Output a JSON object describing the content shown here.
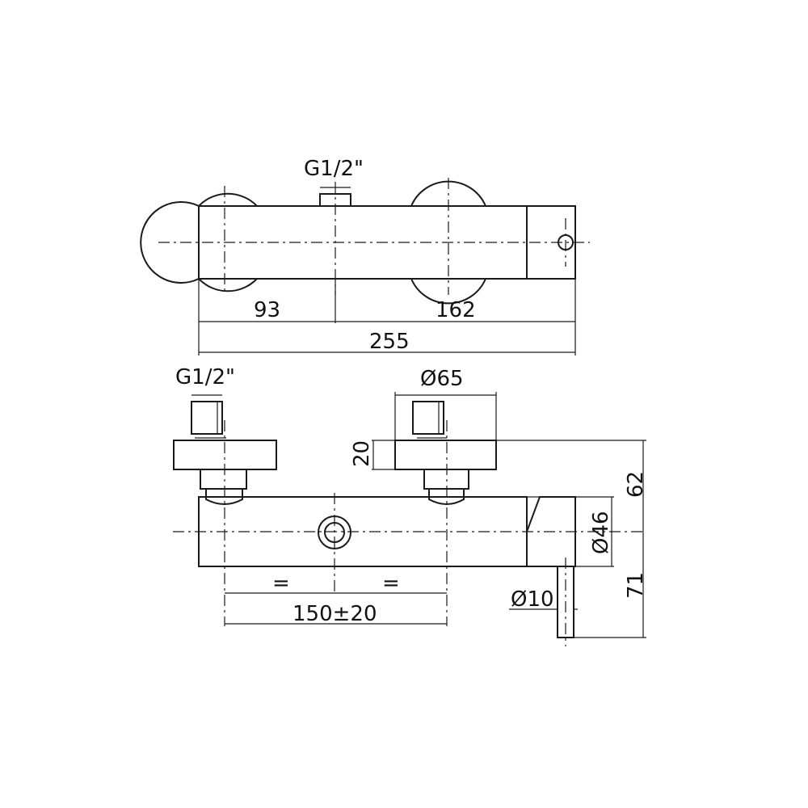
{
  "top_view": {
    "thread_label": "G1/2\"",
    "dim_left": "93",
    "dim_right": "162",
    "dim_total": "255"
  },
  "front_view": {
    "thread_label": "G1/2\"",
    "flange_diameter": "Ø65",
    "flange_height": "20",
    "dim_62": "62",
    "body_diameter": "Ø46",
    "dim_71": "71",
    "lever_diameter": "Ø10",
    "equal_left": "=",
    "equal_right": "=",
    "center_distance": "150±20"
  },
  "colors": {
    "line": "#1a1a1a",
    "background": "#ffffff"
  }
}
